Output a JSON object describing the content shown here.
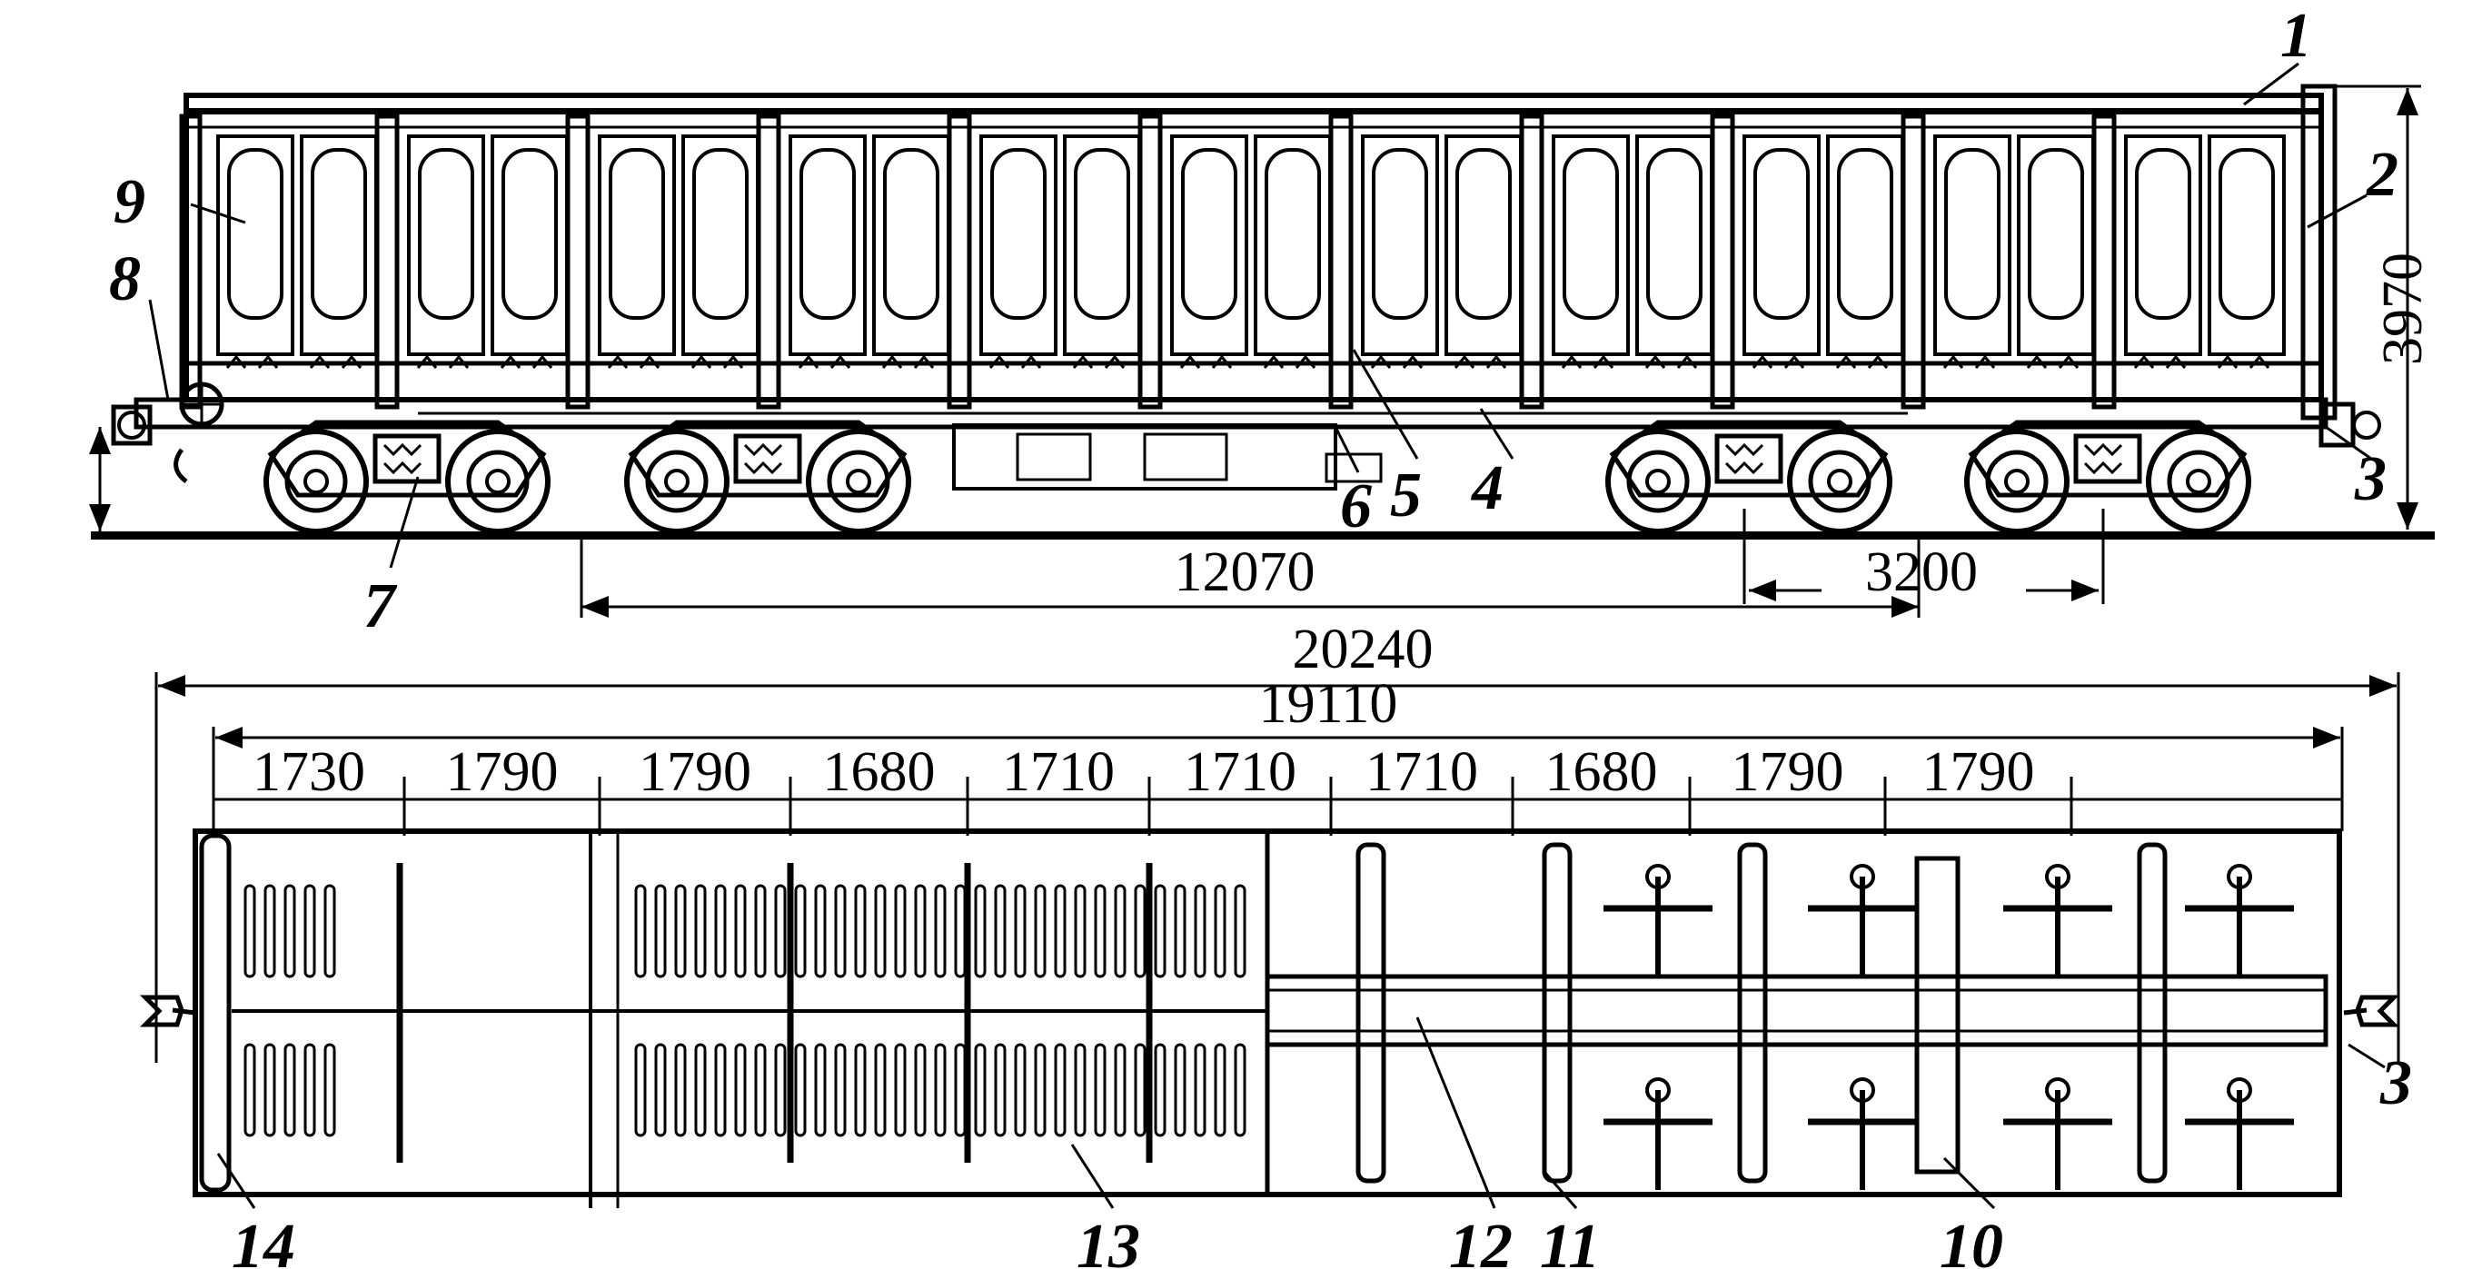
{
  "callouts": {
    "n1": "1",
    "n2": "2",
    "n3": "3",
    "n3b": "3",
    "n4": "4",
    "n5": "5",
    "n6": "6",
    "n7": "7",
    "n8": "8",
    "n9": "9",
    "n10": "10",
    "n11": "11",
    "n12": "12",
    "n13": "13",
    "n14": "14"
  },
  "dimensions": {
    "height": "3970",
    "base": "12070",
    "bogie_base": "3200",
    "overall_length": "20240",
    "frame_length": "19110",
    "spacings": [
      "1730",
      "1790",
      "1790",
      "1680",
      "1710",
      "1710",
      "1710",
      "1680",
      "1790",
      "1790"
    ]
  },
  "colors": {
    "ink": "#000000",
    "paper": "#ffffff"
  }
}
